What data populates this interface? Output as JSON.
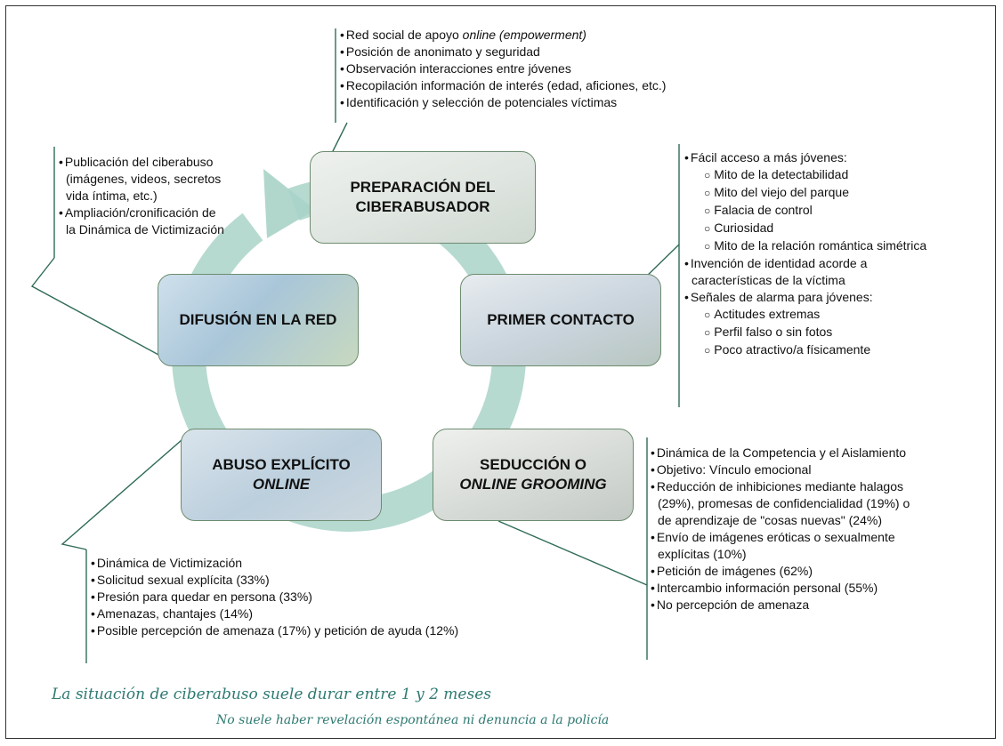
{
  "colors": {
    "cycle_arrow": "#a9d3c8",
    "connector_line": "#2f6b58",
    "handwriting": "#2e7a72"
  },
  "boxes": {
    "preparacion": [
      "PREPARACIÓN DEL",
      "CIBERABUSADOR"
    ],
    "primer_contacto": [
      "PRIMER CONTACTO"
    ],
    "difusion": [
      "DIFUSIÓN EN LA RED"
    ],
    "abuso": [
      "ABUSO EXPLÍCITO",
      "ONLINE"
    ],
    "seduccion": [
      "SEDUCCIÓN O",
      "ONLINE GROOMING"
    ]
  },
  "notes": {
    "preparacion": [
      {
        "pre": "Red social de apoyo ",
        "em": "online (empowerment)"
      },
      "Posición de anonimato y seguridad",
      "Observación interacciones entre jóvenes",
      "Recopilación información de interés (edad, aficiones, etc.)",
      "Identificación y selección de potenciales víctimas"
    ],
    "difusion": [
      "Publicación del ciberabuso",
      "(imágenes, videos, secretos",
      "vida íntima, etc.)",
      "Ampliación/cronificación de",
      "la Dinámica de Victimización"
    ],
    "primer_contacto": [
      "Fácil acceso a más jóvenes:",
      "Mito de la detectabilidad",
      "Mito del viejo del parque",
      "Falacia de control",
      "Curiosidad",
      "Mito de la relación romántica simétrica",
      "Invención de identidad acorde a",
      "características de la víctima",
      "Señales de alarma para jóvenes:",
      "Actitudes extremas",
      "Perfil falso o sin fotos",
      "Poco atractivo/a físicamente"
    ],
    "seduccion": [
      "Dinámica de la Competencia y el Aislamiento",
      "Objetivo: Vínculo emocional",
      "Reducción de inhibiciones mediante halagos",
      "(29%), promesas de confidencialidad (19%) o",
      "de aprendizaje de \"cosas nuevas\" (24%)",
      "Envío de imágenes eróticas o sexualmente",
      "explícitas (10%)",
      "Petición de imágenes (62%)",
      "Intercambio información personal (55%)",
      "No percepción de amenaza"
    ],
    "abuso": [
      "Dinámica de Victimización",
      "Solicitud sexual explícita (33%)",
      "Presión para quedar en persona (33%)",
      "Amenazas, chantajes (14%)",
      "Posible percepción de amenaza (17%) y petición de ayuda (12%)"
    ]
  },
  "footer": {
    "line1": "La situación de ciberabuso suele durar entre 1 y 2 meses",
    "line2": "No suele haber revelación espontánea ni denuncia a la policía"
  }
}
